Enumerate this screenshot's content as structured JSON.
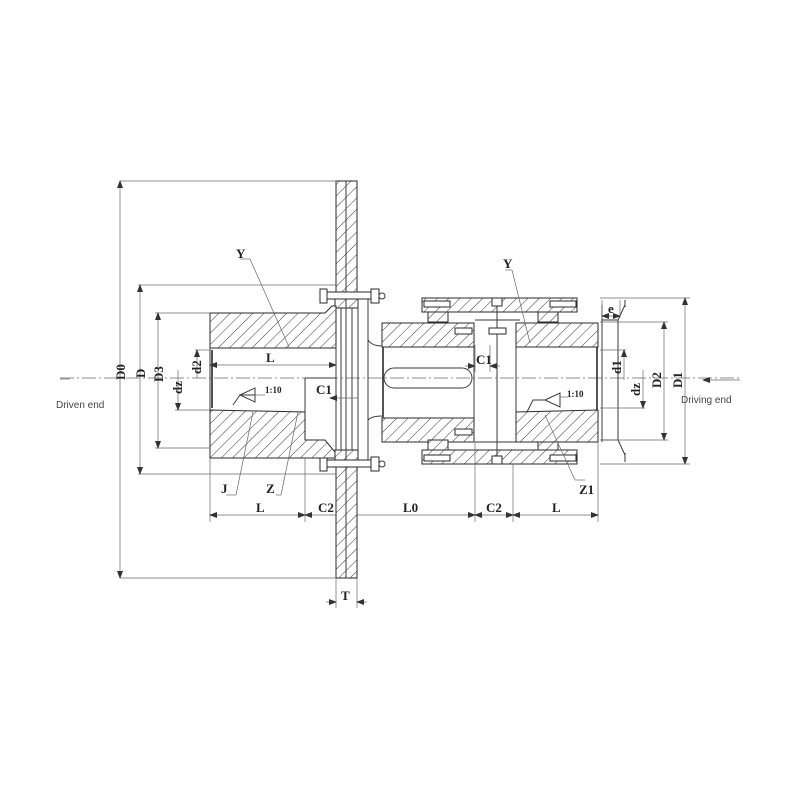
{
  "drawing": {
    "title": "Coupling assembly with brake disc - dimension drawing",
    "line_color": "#2a2a2a",
    "background": "#ffffff"
  },
  "labels": {
    "driven_end": "Driven end",
    "driving_end": "Driving end"
  },
  "part_labels": {
    "y_left": "Y",
    "y_right": "Y",
    "j": "J",
    "z": "Z",
    "z1": "Z1"
  },
  "dimensions": {
    "left_vertical": [
      "D0",
      "D",
      "D3",
      "d2",
      "dz"
    ],
    "right_vertical": [
      "d1",
      "dz",
      "D2",
      "D1"
    ],
    "horizontal_bottom": [
      "L",
      "C2",
      "L0",
      "C2",
      "L"
    ],
    "hub_length_top": "L",
    "gap_left": "C1",
    "gap_right": "C1",
    "disc_thickness": "T",
    "flange_width": "e",
    "taper_left": "1:10",
    "taper_right": "1:10"
  }
}
